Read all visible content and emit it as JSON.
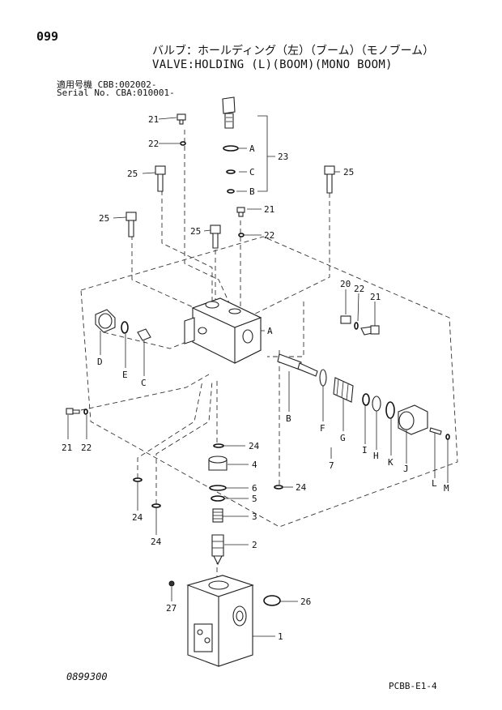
{
  "header": {
    "page_number": "099",
    "title_jp": "バルブ：ホールディング（左）（ブーム）（モノブーム）",
    "title_en": "VALVE:HOLDING (L)(BOOM)(MONO BOOM)",
    "serial_line_1": "適用号機 CBB:002002-",
    "serial_line_2": "Serial No. CBA:010001-"
  },
  "footer": {
    "drawing_number": "0899300",
    "page_code": "PCBB-E1-4"
  },
  "callouts": {
    "n1": "1",
    "n2": "2",
    "n3": "3",
    "n4": "4",
    "n5": "5",
    "n6": "6",
    "n7": "7",
    "n20": "20",
    "n21": "21",
    "n22": "22",
    "n23": "23",
    "n24": "24",
    "n25": "25",
    "n26": "26",
    "n27": "27",
    "A": "A",
    "B": "B",
    "C": "C",
    "D": "D",
    "E": "E",
    "F": "F",
    "G": "G",
    "H": "H",
    "I": "I",
    "J": "J",
    "K": "K",
    "L": "L",
    "M": "M"
  }
}
